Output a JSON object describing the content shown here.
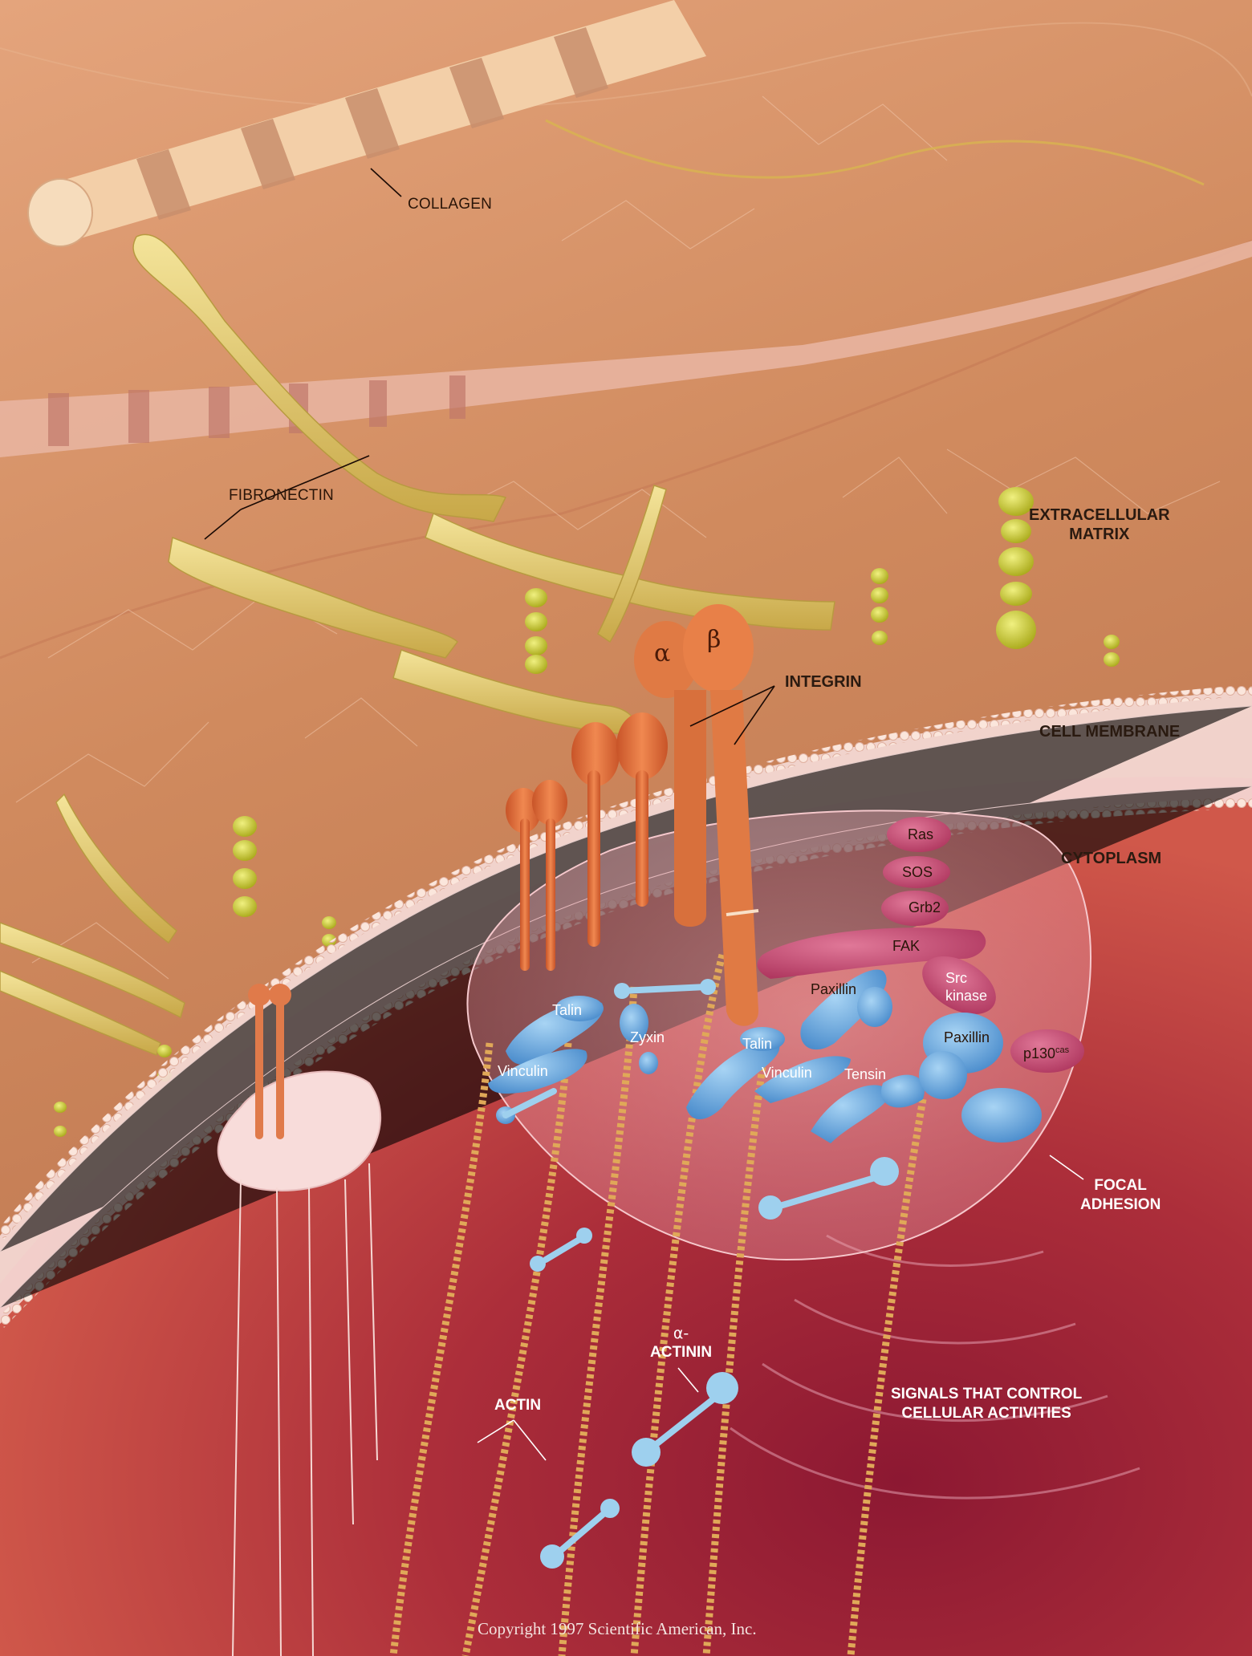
{
  "labels": {
    "collagen": "COLLAGEN",
    "fibronectin": "FIBRONECTIN",
    "extracellular_matrix": [
      "EXTRACELLULAR",
      "MATRIX"
    ],
    "integrin": "INTEGRIN",
    "alpha": "α",
    "beta": "β",
    "cell_membrane": "CELL MEMBRANE",
    "cytoplasm": "CYTOPLASM",
    "focal_adhesion": [
      "FOCAL",
      "ADHESION"
    ],
    "signals": [
      "SIGNALS THAT CONTROL",
      "CELLULAR  ACTIVITIES"
    ],
    "actin": "ACTIN",
    "alpha_actinin": [
      "α-",
      "ACTININ"
    ]
  },
  "proteins": {
    "ras": "Ras",
    "sos": "SOS",
    "grb2": "Grb2",
    "fak": "FAK",
    "src_kinase": [
      "Src",
      "kinase"
    ],
    "paxillin_1": "Paxillin",
    "paxillin_2": "Paxillin",
    "p130": "p130",
    "p130_sup": "cas",
    "talin_1": "Talin",
    "talin_2": "Talin",
    "vinculin_1": "Vinculin",
    "vinculin_2": "Vinculin",
    "zyxin": "Zyxin",
    "tensin": "Tensin"
  },
  "copyright": "Copyright 1997 Scientific American, Inc.",
  "colors": {
    "background_top": "#e0a07a",
    "background_mid": "#c97a52",
    "cytoplasm": "#b83a38",
    "cytoplasm_dark": "#8a1a30",
    "fibronectin": "#e8d078",
    "collagen": "#f0c8a0",
    "integrin": "#e07040",
    "signaling_proteins": "#c84870",
    "adhesion_proteins": "#6fa8dc",
    "actin": "#e6b060"
  }
}
